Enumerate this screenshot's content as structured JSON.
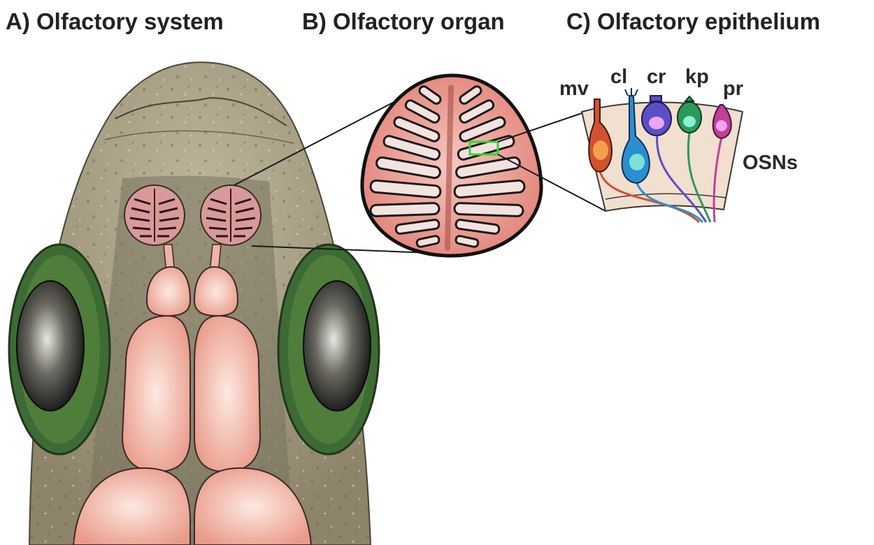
{
  "panels": {
    "a": {
      "title": "A) Olfactory system"
    },
    "b": {
      "title": "B) Olfactory organ"
    },
    "c": {
      "title": "C) Olfactory epithelium"
    }
  },
  "cell_types": [
    {
      "label": "mv",
      "color": "#d2512f"
    },
    {
      "label": "cl",
      "color": "#2a8fd0"
    },
    {
      "label": "cr",
      "color": "#5a4fc4"
    },
    {
      "label": "kp",
      "color": "#2a9a5a"
    },
    {
      "label": "pr",
      "color": "#c0409a"
    }
  ],
  "cell_group_label": "OSNs",
  "colors": {
    "skin": "#a49a7e",
    "eye": "#3d6b34",
    "brain": "#f0b3a4",
    "organ": "#e9a199",
    "highlight": "#3ad23a"
  }
}
